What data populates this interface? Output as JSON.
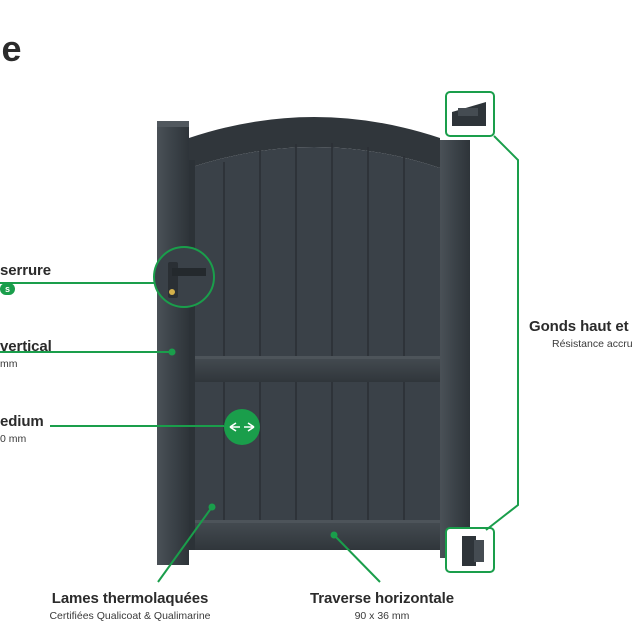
{
  "heading": "le",
  "colors": {
    "accent_green": "#1a9e4b",
    "gate_panel": "#3a4148",
    "gate_dark": "#2c3237",
    "text": "#2b2b2b"
  },
  "callouts": {
    "serrure": {
      "title": "serrure",
      "badge": "s"
    },
    "vertical": {
      "title": "vertical",
      "subtitle": "mm"
    },
    "medium": {
      "title": "edium",
      "subtitle": "0 mm"
    },
    "gonds": {
      "title": "Gonds haut et",
      "subtitle": "Résistance accru"
    },
    "lames": {
      "title": "Lames thermolaquées",
      "subtitle": "Certifiées Qualicoat & Qualimarine"
    },
    "traverse": {
      "title": "Traverse horizontale",
      "subtitle": "90 x 36 mm"
    }
  },
  "icons": {
    "lock": "lock-handle-icon",
    "width_arrows": "double-arrow-icon",
    "hinge": "hinge-icon"
  }
}
